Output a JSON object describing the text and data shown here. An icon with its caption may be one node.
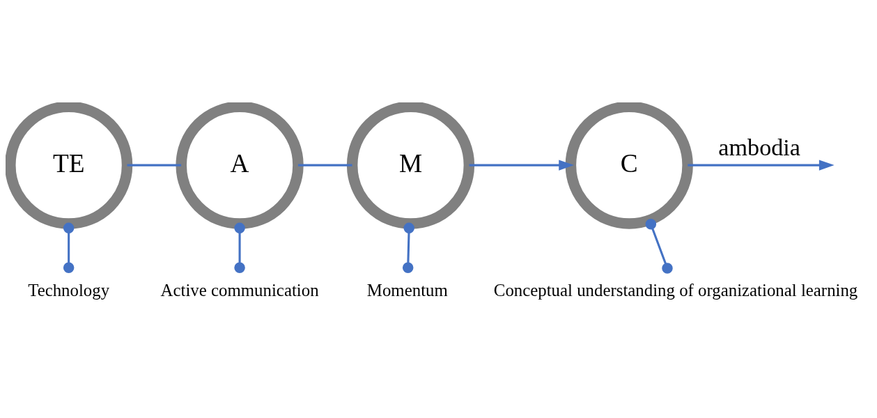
{
  "diagram": {
    "nodes": [
      {
        "text": [
          "TE"
        ]
      },
      {
        "text": [
          "A"
        ]
      },
      {
        "text": [
          "M"
        ]
      },
      {
        "text": [
          "C"
        ]
      },
      {
        "text": [
          "Technology"
        ]
      },
      {
        "text": [
          "Active communication"
        ]
      },
      {
        "text": [
          "Momentum"
        ]
      },
      {
        "text": [
          "Conceptual understanding of organizational learning"
        ]
      }
    ],
    "edges": [
      {
        "from": 0,
        "to": 1,
        "arrow": "none"
      },
      {
        "from": 1,
        "to": 2,
        "arrow": "none"
      },
      {
        "from": 2,
        "to": 3,
        "arrow": "to"
      },
      {
        "from": 3,
        "to": null,
        "arrow": "to",
        "label": "ambodia"
      },
      {
        "from": 0,
        "to": 4,
        "arrow": "other"
      },
      {
        "from": 1,
        "to": 5,
        "arrow": "other"
      },
      {
        "from": 2,
        "to": 6,
        "arrow": "other"
      },
      {
        "from": 3,
        "to": 7,
        "arrow": "other"
      }
    ]
  }
}
